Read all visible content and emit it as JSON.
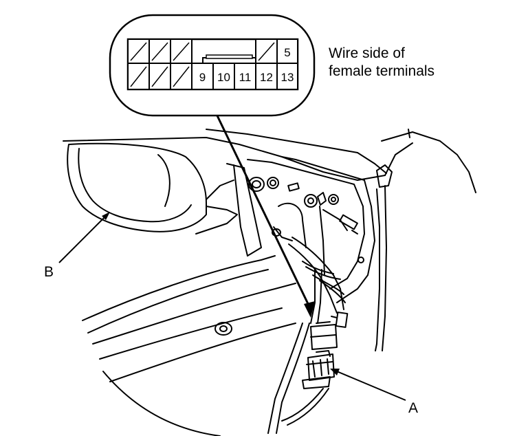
{
  "caption": {
    "line1": "Wire side of",
    "line2": "female terminals"
  },
  "connector": {
    "top_row": [
      "",
      "",
      "",
      "",
      "5"
    ],
    "bottom_row": [
      "",
      "",
      "",
      "9",
      "10",
      "11",
      "12",
      "13"
    ]
  },
  "labels": {
    "a": "A",
    "b": "B"
  },
  "colors": {
    "ink": "#000000",
    "paper": "#ffffff"
  }
}
